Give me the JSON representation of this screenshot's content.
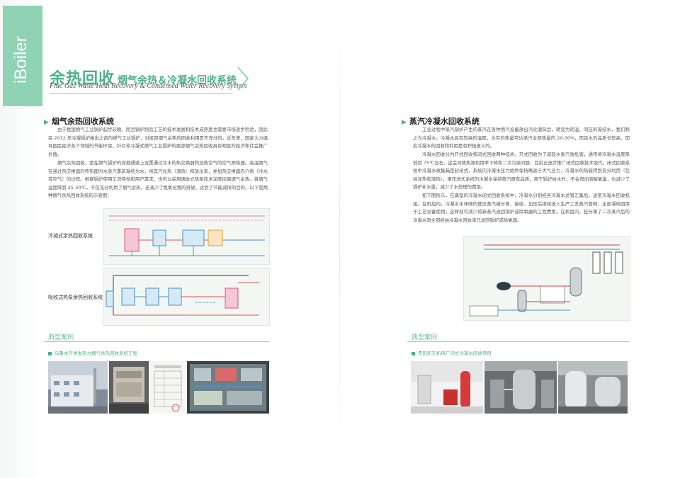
{
  "brand": {
    "side_text": "iBoiler"
  },
  "header": {
    "title_main": "余热回收",
    "title_sub": "烟气余热＆冷凝水回收系统",
    "title_en": "Flue Gas Waste Heat Recovery & Condensed Water Recovery Syetem"
  },
  "left": {
    "section_title": "烟气余热回收系统",
    "paragraphs": [
      "由于我国燃气工业锅炉起步较晚，而且锅炉制造工艺的技术发展和技术成熟度也需要市场逐步检验，因此在 2012 年冷凝锅炉推出之前的燃气工业锅炉，对尾部烟气余热的回收利用是不充分的。近年来，国家大力倡导国民经济各个领域的节能环保，针对非冷凝式燃气工业锅炉的尾部烟气余热回收具有明显的经济和社会推广价值。",
      "烟气余热回收，是在燃气锅炉的排烟通道上设置通过冷水的热交换器和加热空气的空气预热器。高温烟气在通过热交换器的传热面时水蒸汽重新凝结为水，将其汽化热（潜热）释放出来，并加热交换器内介质（冷水或空气）的过程。根据锅炉使用工况特性和用户需求，也可以采用烟收式热泵技术深度挖掘烟气余热。将烟气温度降到 25-30℃，不仅充分利用了烟气余热，还减少了氮氧化物的排放，达到了节能减排的目的。以下是两种烟气余热回收系统的示意图："
    ],
    "diagram1_label": "冷凝式余热回收系统",
    "diagram2_label": "吸收式热泵余热回收系统",
    "case_title": "典型案例",
    "case_sub": "乌鲁木齐供发热力烟气余热回收系统工程"
  },
  "right": {
    "section_title": "蒸汽冷凝水回收系统",
    "paragraphs": [
      "工业过程中蒸汽锅炉产生的蒸汽在各种用汽设备放出汽化潜热后，转变为同温、同压的凝结水，我们称之为冷凝水。冷凝水具有较高的温度，含有的热量可达蒸汽全部热量的 20-30%，而且水的品质也较高，因此冷凝水的回收和利用是有积极意义的。",
      "冷凝水回收分为开式回收和闭式回收两种技术。开式回收为了减轻水泵汽蚀危害，通常将冷凝水温度降低到 75℃左右，这会导致热源利用率下降和二次污染问题，目前正逐步推广闭式回收技术取代。闭式回收系统中冷凝水收集箱是封闭式，系统内冷凝水压力始终保持略高于大气压力，冷凝水的热能得到充分利用（包括显热和潜热）。用压闭式系统的冷凝水保持蒸汽原有品质，用于锅炉给水时，不会增加溶解氧量，也减少了锅炉补水量，减少了水处理的费用。",
      "如下图所示，在典型的冷凝水闭式回收系统中，冷凝水分别经各冷凝水总管汇集后，送至冷凝水回收机组。在机组内，冷凝水中伴随的低压蒸汽被分离、接收，加压后继续送入生产工艺蒸汽管网；全部凝结回用于工艺设备使用，这样就可减少将新蒸汽送回锅炉或除氧器的工程费用。在机组内，经分离了二次蒸汽后的冷凝水则全部经由冷凝水回收单元送回锅炉或除氧器。"
    ],
    "case_title": "典型案例",
    "case_sub": "贵阳航天机电厂闭式冷凝水回收项目"
  },
  "colors": {
    "accent": "#4db08a",
    "light_accent": "#8fd3b4"
  }
}
